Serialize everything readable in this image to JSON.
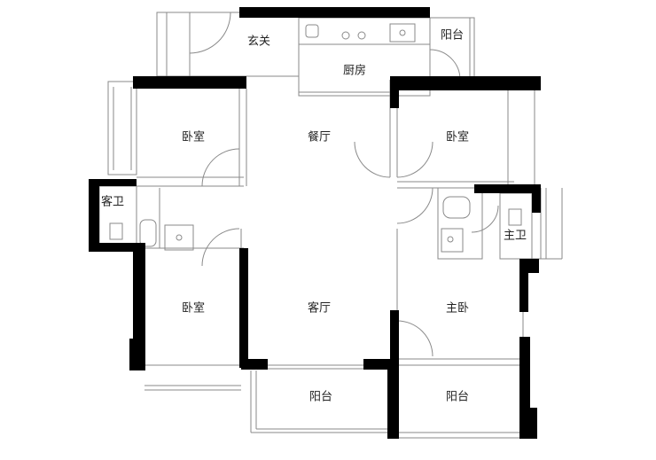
{
  "colors": {
    "wall": "#000000",
    "line": "#8a8a8a",
    "thin": "#bdbdbd",
    "background": "#ffffff"
  },
  "rooms": {
    "entrance": "玄关",
    "kitchen": "厨房",
    "balcony_kitchen": "阳台",
    "bedroom_nw": "卧室",
    "dining": "餐厅",
    "bedroom_ne": "卧室",
    "guest_bath": "客卫",
    "master_bath": "主卫",
    "bedroom_sw": "卧室",
    "living": "客厅",
    "master_bedroom": "主卧",
    "balcony_living": "阳台",
    "balcony_master": "阳台"
  }
}
